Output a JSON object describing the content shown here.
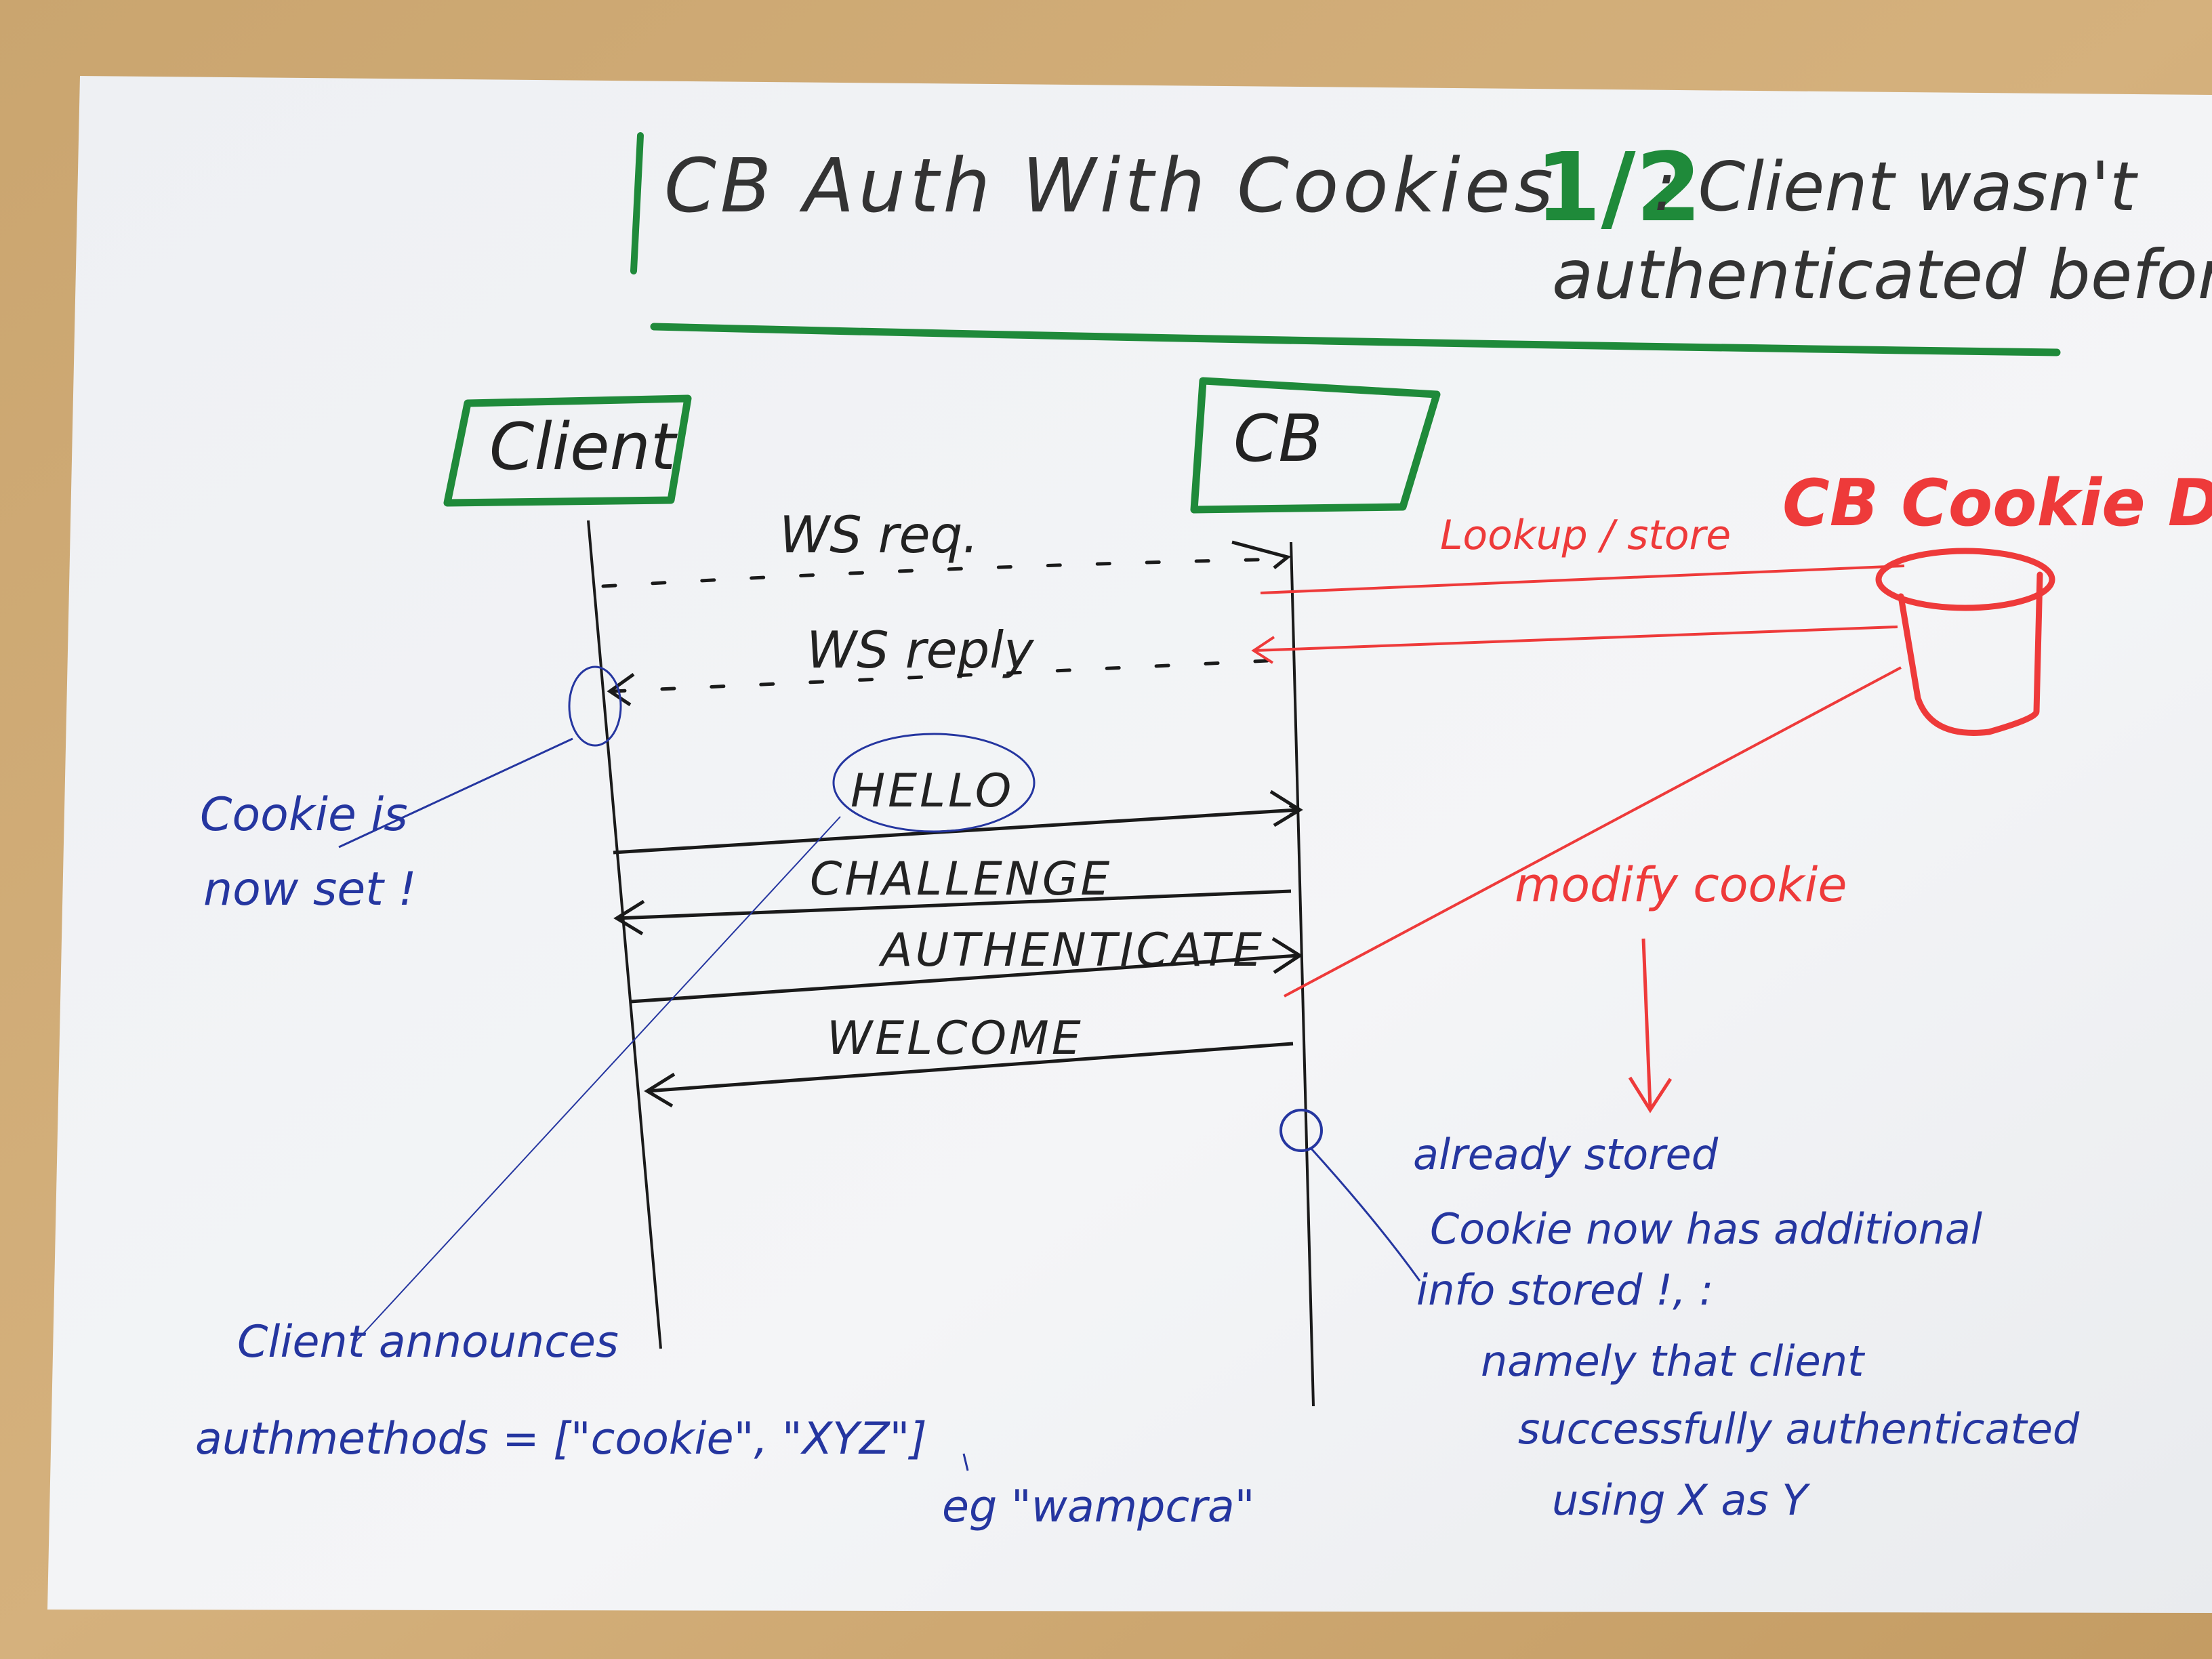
{
  "title": {
    "main": "CB Auth With Cookies",
    "part": "1/2",
    "subtitle_line1": ": Client wasn't",
    "subtitle_line2": "authenticated before"
  },
  "actors": {
    "client": "Client",
    "cb": "CB",
    "db": "CB Cookie DB"
  },
  "messages": {
    "ws_req": "WS req.",
    "ws_reply": "WS reply",
    "hello": "HELLO",
    "challenge": "CHALLENGE",
    "authenticate": "AUTHENTICATE",
    "welcome": "WELCOME"
  },
  "db_notes": {
    "lookup_store": "Lookup / store",
    "modify_cookie": "modify cookie"
  },
  "notes": {
    "cookie_set_1": "Cookie is",
    "cookie_set_2": "now set !",
    "announce_1": "Client announces",
    "announce_2": "authmethods = [\"cookie\", \"XYZ\"]",
    "announce_3": "eg \"wampcra\"",
    "stored_1": "already stored",
    "stored_2": "Cookie now has additional",
    "stored_3": "info stored !, :",
    "stored_4": "namely that client",
    "stored_5": "successfully authenticated",
    "stored_6": "using X as Y"
  },
  "colors": {
    "green": "#1f8a3a",
    "red": "#ee3a3a",
    "blue": "#2536a0",
    "black": "#1a1a1a",
    "paper": "#f4f5f7",
    "table": "#c9a46e"
  }
}
